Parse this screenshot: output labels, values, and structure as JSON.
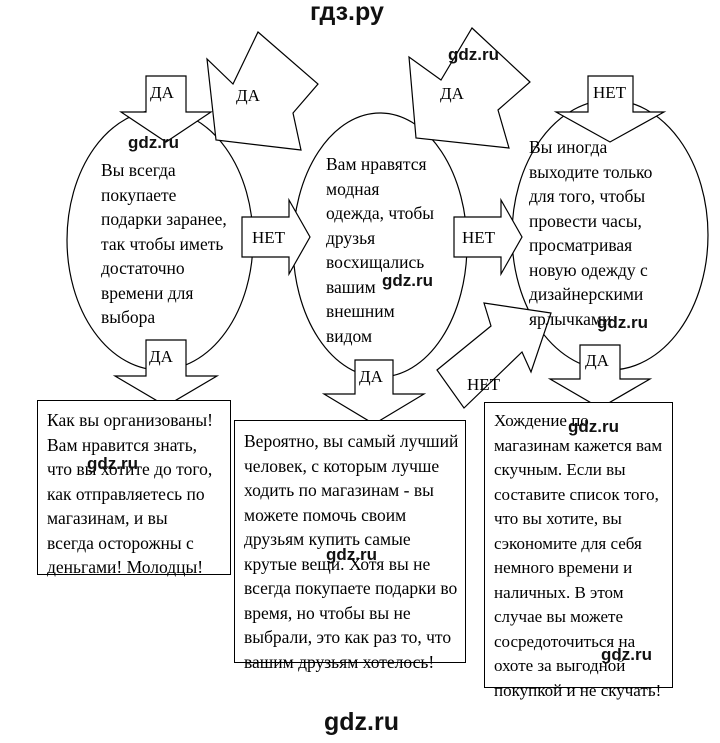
{
  "watermark": {
    "top": "гдз.ру",
    "bottom": "gdz.ru",
    "small": "gdz.ru"
  },
  "arrows": {
    "da_top_left": "ДА",
    "da_top_diag": "ДА",
    "da_top_diag2": "ДА",
    "net_top_right": "НЕТ",
    "net_mid_left": "НЕТ",
    "net_mid_right": "НЕТ",
    "da_down_left": "ДА",
    "da_down_mid": "ДА",
    "da_down_right": "ДА",
    "net_diag_bottom": "НЕТ"
  },
  "questions": {
    "left": [
      "Вы всегда",
      "покупаете",
      "подарки заранее,",
      "так чтобы иметь",
      "достаточно",
      "времени для",
      "выбора"
    ],
    "middle": [
      "Вам нравятся",
      "модная",
      "одежда, чтобы",
      "друзья",
      "восхищались",
      "вашим",
      "внешним",
      "видом"
    ],
    "right": [
      "Вы иногда",
      "выходите только",
      "для того, чтобы",
      "провести часы,",
      "просматривая",
      "новую одежду с",
      "дизайнерскими",
      "ярлычками"
    ]
  },
  "results": {
    "left": [
      "Как вы организованы!",
      "Вам нравится знать,",
      "что вы хотите до того,",
      "как отправляетесь по",
      "магазинам, и вы",
      "всегда осторожны с",
      "деньгами! Молодцы!"
    ],
    "middle": [
      "Вероятно, вы самый лучший",
      "человек, с которым лучше",
      "ходить по магазинам - вы",
      "можете помочь своим",
      "друзьям купить самые",
      "крутые вещи. Хотя вы не",
      "всегда покупаете подарки во",
      "время, но чтобы вы не",
      "выбрали, это как раз то, что",
      "вашим друзьям хотелось!"
    ],
    "right": [
      "Хождение по",
      "магазинам кажется вам",
      "скучным. Если вы",
      "составите список того,",
      "что вы хотите, вы",
      "сэкономите для себя",
      "немного времени и",
      "наличных.  В этом",
      "случае вы можете",
      "сосредоточиться на",
      "охоте за выгодной",
      "покупкой и не скучать!"
    ]
  }
}
